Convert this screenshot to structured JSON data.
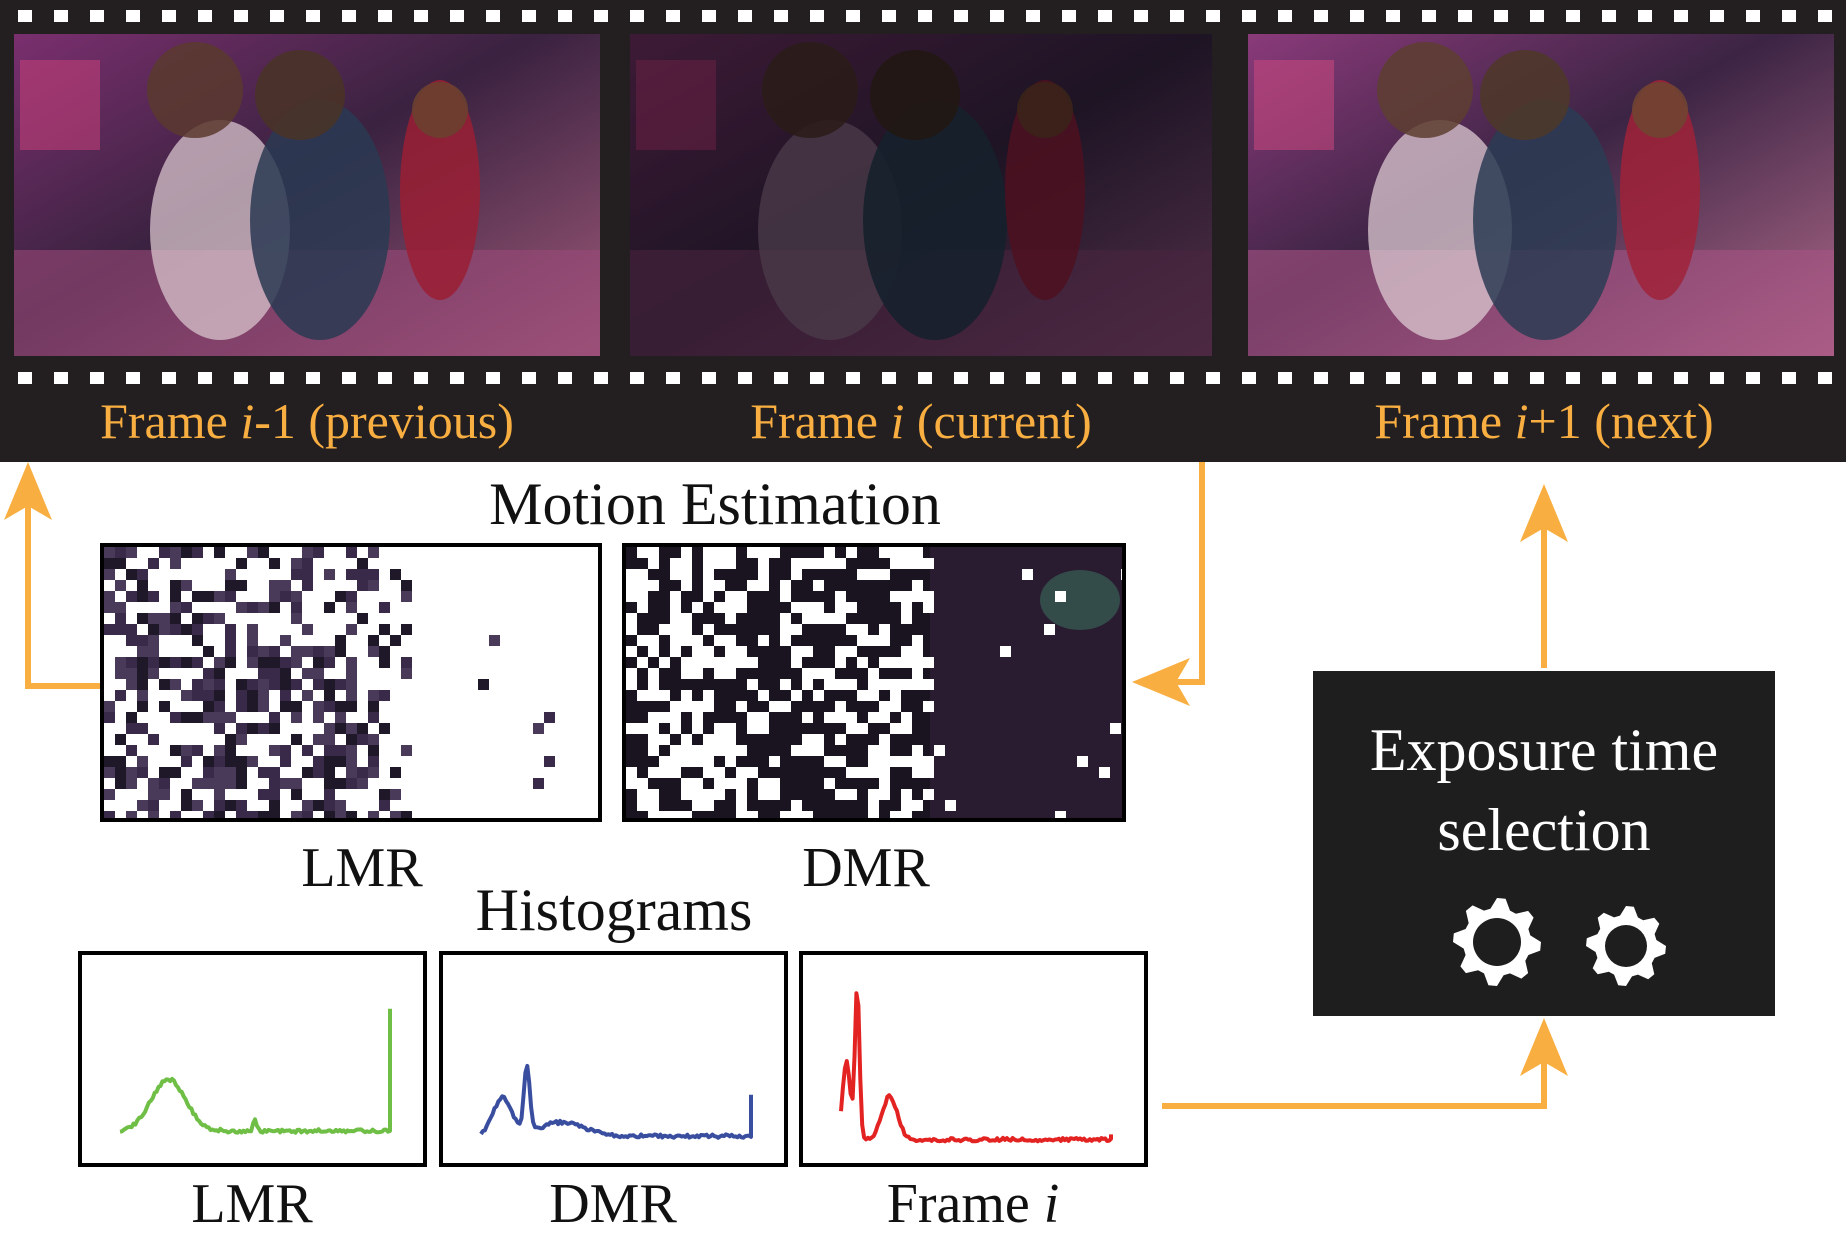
{
  "film_strip": {
    "frames": [
      {
        "prefix": "Frame ",
        "var": "i",
        "suffix": "-1 (previous)"
      },
      {
        "prefix": "Frame ",
        "var": "i",
        "suffix": " (current)"
      },
      {
        "prefix": "Frame ",
        "var": "i",
        "suffix": "+1 (next)"
      }
    ]
  },
  "motion": {
    "title": "Motion Estimation",
    "lmr_label": "LMR",
    "dmr_label": "DMR"
  },
  "histograms": {
    "title": "Histograms",
    "items": [
      {
        "label_prefix": "LMR",
        "label_var": "",
        "color": "#6fbe45"
      },
      {
        "label_prefix": "DMR",
        "label_var": "",
        "color": "#3a4ea0"
      },
      {
        "label_prefix": "Frame ",
        "label_var": "i",
        "color": "#e32322"
      }
    ]
  },
  "exposure": {
    "line1": "Exposure time",
    "line2": "selection"
  },
  "colors": {
    "accent": "#f9ae41",
    "film": "#231f20",
    "panel": "#1e1e1e"
  }
}
